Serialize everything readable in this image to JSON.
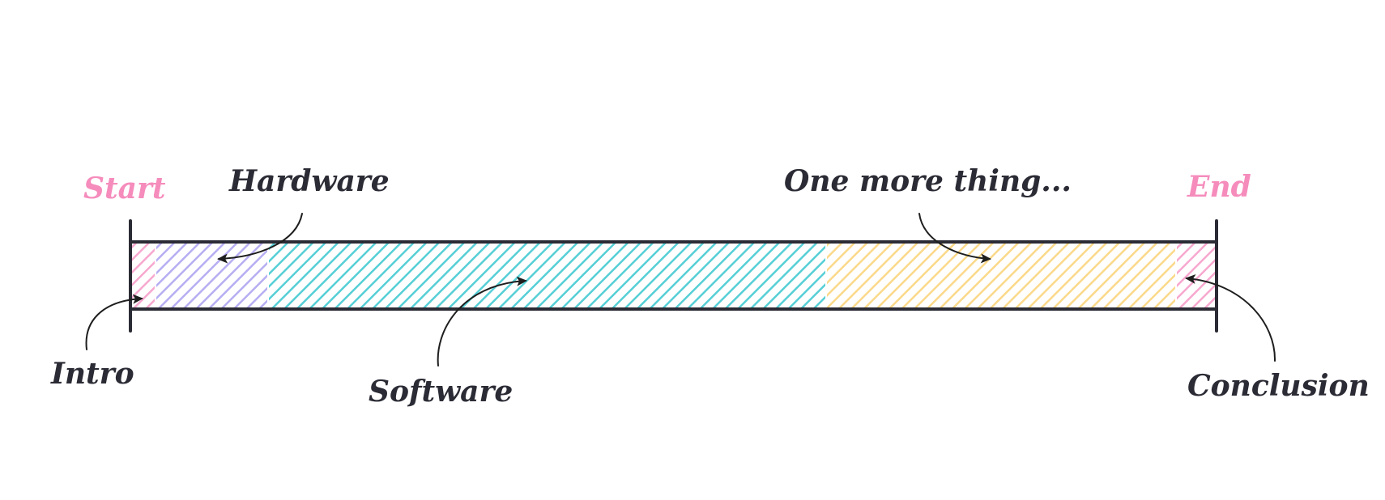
{
  "labels": {
    "start": "Start",
    "end": "End",
    "hardware": "Hardware",
    "one_more_thing": "One more thing...",
    "intro": "Intro",
    "software": "Software",
    "conclusion": "Conclusion"
  },
  "segments": [
    {
      "id": "intro",
      "color": "#f7a8cf"
    },
    {
      "id": "hardware",
      "color": "#b6aef2"
    },
    {
      "id": "software",
      "color": "#56cfd6"
    },
    {
      "id": "one-more-thing",
      "color": "#fbd98a"
    },
    {
      "id": "conclusion",
      "color": "#f7a8cf"
    }
  ],
  "colors": {
    "accent": "#f58cbc",
    "stroke": "#2b2b35"
  }
}
